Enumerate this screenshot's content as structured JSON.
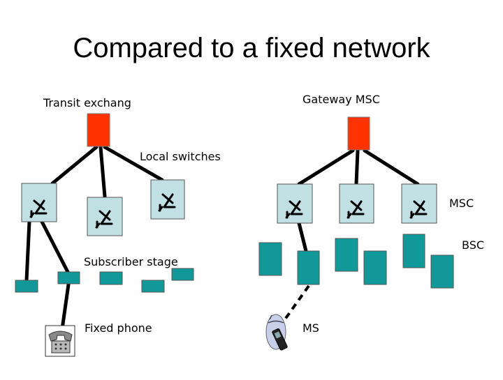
{
  "slide": {
    "title": "Compared to a fixed network"
  },
  "fixed_network": {
    "top_label": "Transit exchang",
    "switches_label": "Local switches",
    "subscriber_label": "Subscriber stage",
    "phone_label": "Fixed phone"
  },
  "mobile_network": {
    "top_label": "Gateway MSC",
    "switch_label": "MSC",
    "station_label": "BSC",
    "mobile_label": "MS"
  },
  "colors": {
    "exchange": "#ff3300",
    "switch_fill": "#c0e0e4",
    "terminal": "#119999",
    "line": "#000000"
  }
}
